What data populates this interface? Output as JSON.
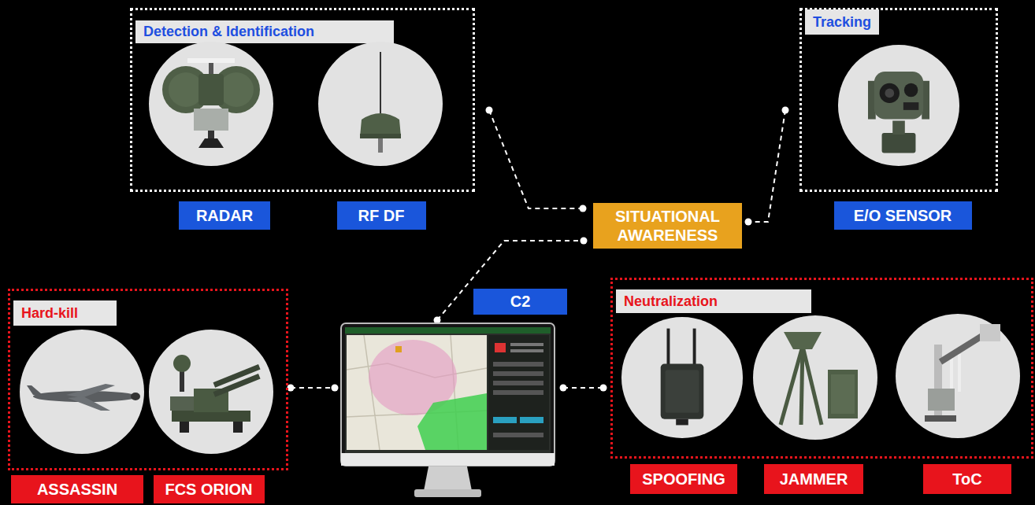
{
  "diagram": {
    "nodes": [
      {
        "text": [
          "Detection & Identification"
        ]
      },
      {
        "text": [
          "RADAR"
        ],
        "in": 0
      },
      {
        "text": [
          "RF DF"
        ],
        "in": 0
      },
      {
        "text": [
          "Tracking"
        ]
      },
      {
        "text": [
          "E/O SENSOR"
        ],
        "in": 3
      },
      {
        "text": [
          "SITUATIONAL AWARENESS"
        ]
      },
      {
        "text": [
          "C2"
        ]
      },
      {
        "text": [
          "Hard-kill"
        ]
      },
      {
        "text": [
          "ASSASSIN"
        ],
        "in": 7
      },
      {
        "text": [
          "FCS ORION"
        ],
        "in": 7
      },
      {
        "text": [
          "Neutralization"
        ]
      },
      {
        "text": [
          "SPOOFING"
        ],
        "in": 10
      },
      {
        "text": [
          "JAMMER"
        ],
        "in": 10
      },
      {
        "text": [
          "ToC"
        ],
        "in": 10
      }
    ],
    "edges": [
      {
        "from": 0,
        "to": 5,
        "arrow": "none"
      },
      {
        "from": 3,
        "to": 5,
        "arrow": "none"
      },
      {
        "from": 6,
        "to": 5,
        "arrow": "none"
      },
      {
        "from": 7,
        "to": 6,
        "arrow": "none"
      },
      {
        "from": 6,
        "to": 10,
        "arrow": "none"
      }
    ]
  }
}
